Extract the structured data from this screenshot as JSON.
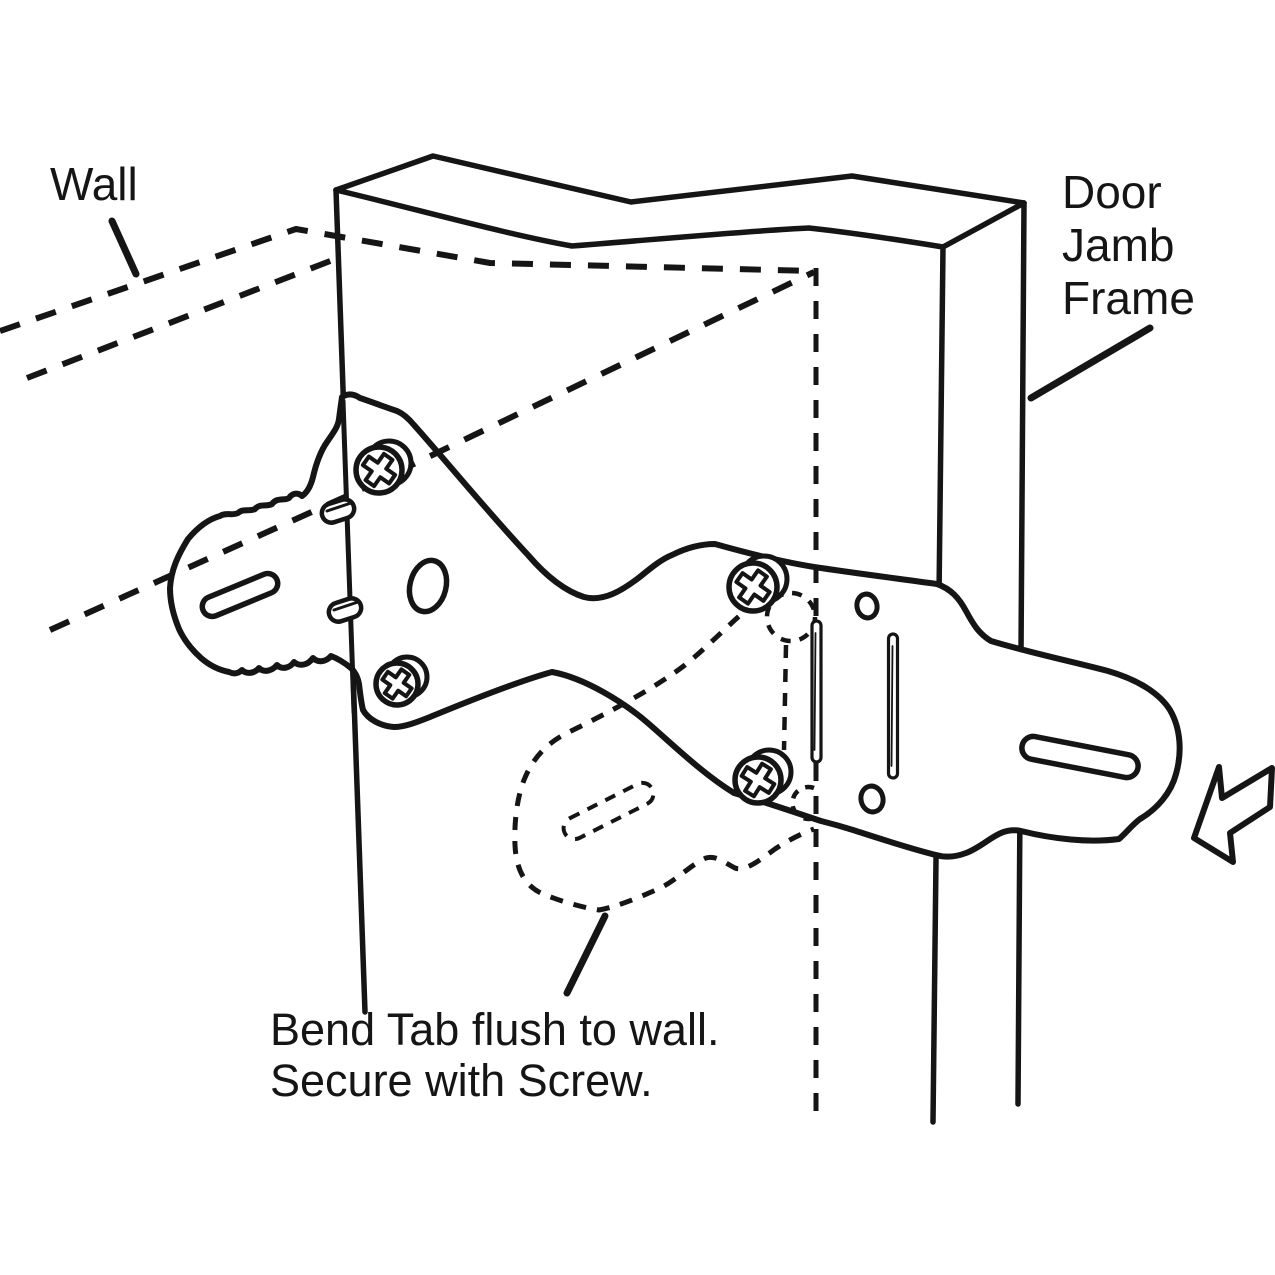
{
  "labels": {
    "wall": {
      "text": "Wall"
    },
    "door_jamb_frame": {
      "line1": "Door",
      "line2": "Jamb",
      "line3": "Frame"
    },
    "bend_tab_note": {
      "line1": "Bend Tab flush to wall.",
      "line2": "Secure with Screw."
    }
  },
  "icons": {
    "direction_arrow": "outline-arrow-pointing-lower-left",
    "screws": "phillips-head-screw",
    "hidden_lines": "dashed-hidden-edge-lines"
  },
  "colors": {
    "ink": "#151515",
    "paper": "#ffffff"
  }
}
